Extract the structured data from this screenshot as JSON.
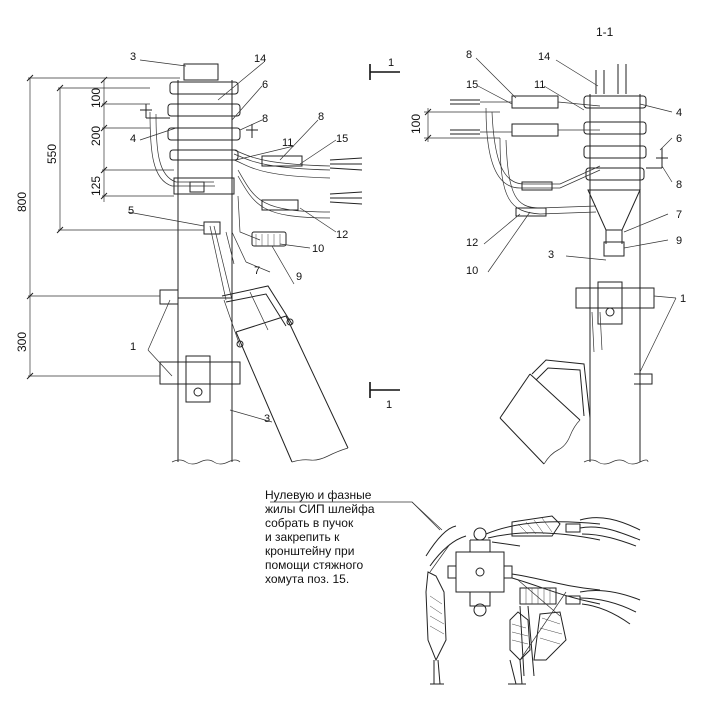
{
  "drawing": {
    "section_title": "1-1",
    "section_marks": [
      "1",
      "1"
    ],
    "dimensions": [
      "100",
      "200",
      "550",
      "125",
      "800",
      "300",
      "100"
    ],
    "left_view_positions": [
      "3",
      "14",
      "6",
      "8",
      "4",
      "11",
      "8",
      "15",
      "5",
      "10",
      "12",
      "7",
      "9",
      "1",
      "3"
    ],
    "right_view_positions": [
      "8",
      "14",
      "15",
      "11",
      "4",
      "6",
      "8",
      "7",
      "12",
      "9",
      "3",
      "10",
      "1"
    ]
  },
  "note": {
    "lines": [
      "Нулевую и фазные",
      "жилы СИП шлейфа",
      "собрать в пучок",
      "и закрепить к",
      "кронштейну при",
      "помощи стяжного",
      "хомута поз. 15."
    ]
  },
  "colors": {
    "line": "#222222",
    "background": "#ffffff"
  }
}
